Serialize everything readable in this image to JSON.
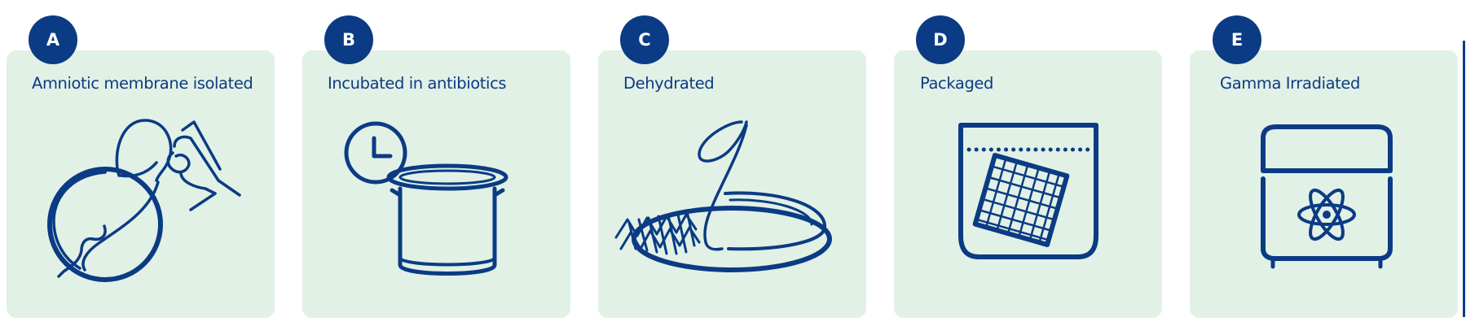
{
  "colors": {
    "panel_background": "#e2f1e5",
    "accent": "#0b3b85",
    "badge_text": "#ffffff"
  },
  "steps": [
    {
      "letter": "A",
      "title": "Amniotic membrane isolated",
      "icon": "placenta-and-forceps-icon"
    },
    {
      "letter": "B",
      "title": "Incubated in antibiotics",
      "icon": "clock-and-pot-icon"
    },
    {
      "letter": "C",
      "title": "Dehydrated",
      "icon": "petri-dish-with-mesh-icon"
    },
    {
      "letter": "D",
      "title": "Packaged",
      "icon": "sealed-pouch-icon"
    },
    {
      "letter": "E",
      "title": "Gamma Irradiated",
      "icon": "irradiation-cabinet-atom-icon"
    }
  ]
}
